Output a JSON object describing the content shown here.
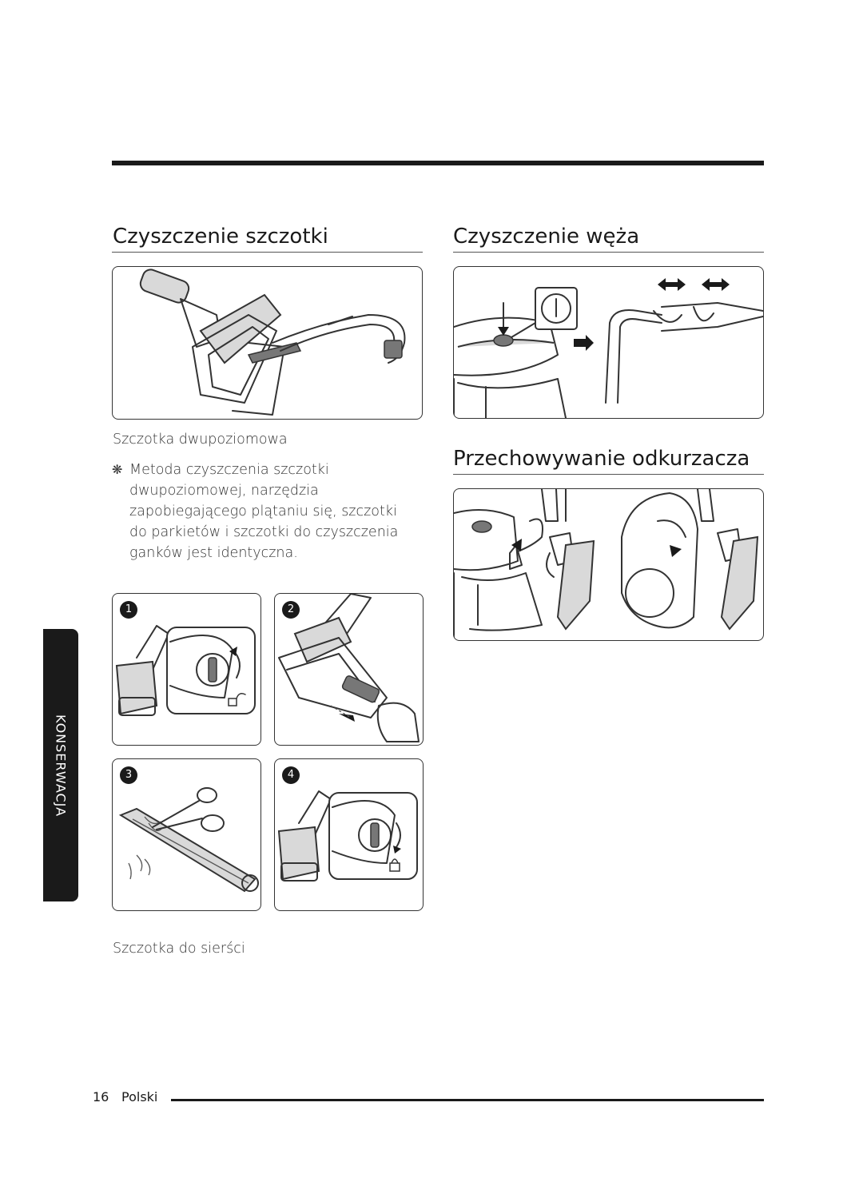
{
  "sections": {
    "brush": {
      "title": "Czyszczenie szczotki"
    },
    "hose": {
      "title": "Czyszczenie węża"
    },
    "storage": {
      "title": "Przechowywanie odkurzacza"
    }
  },
  "captions": {
    "two_level_brush": "Szczotka dwupoziomowa",
    "pet_brush": "Szczotka do sierści"
  },
  "note": {
    "icon": "asterisk-note-icon",
    "lines": [
      "Metoda czyszczenia szczotki",
      "dwupoziomowej, narzędzia",
      "zapobiegającego plątaniu się, szczotki",
      "do parkietów i szczotki do czyszczenia",
      "ganków jest identyczna."
    ]
  },
  "steps": [
    "1",
    "2",
    "3",
    "4"
  ],
  "side_tab": {
    "label": "KONSERWACJA"
  },
  "footer": {
    "page_number": "16",
    "language": "Polski"
  },
  "icons": [
    "power-button-icon",
    "unlock-icon",
    "lock-icon",
    "scissors-icon",
    "arrow-icon"
  ]
}
